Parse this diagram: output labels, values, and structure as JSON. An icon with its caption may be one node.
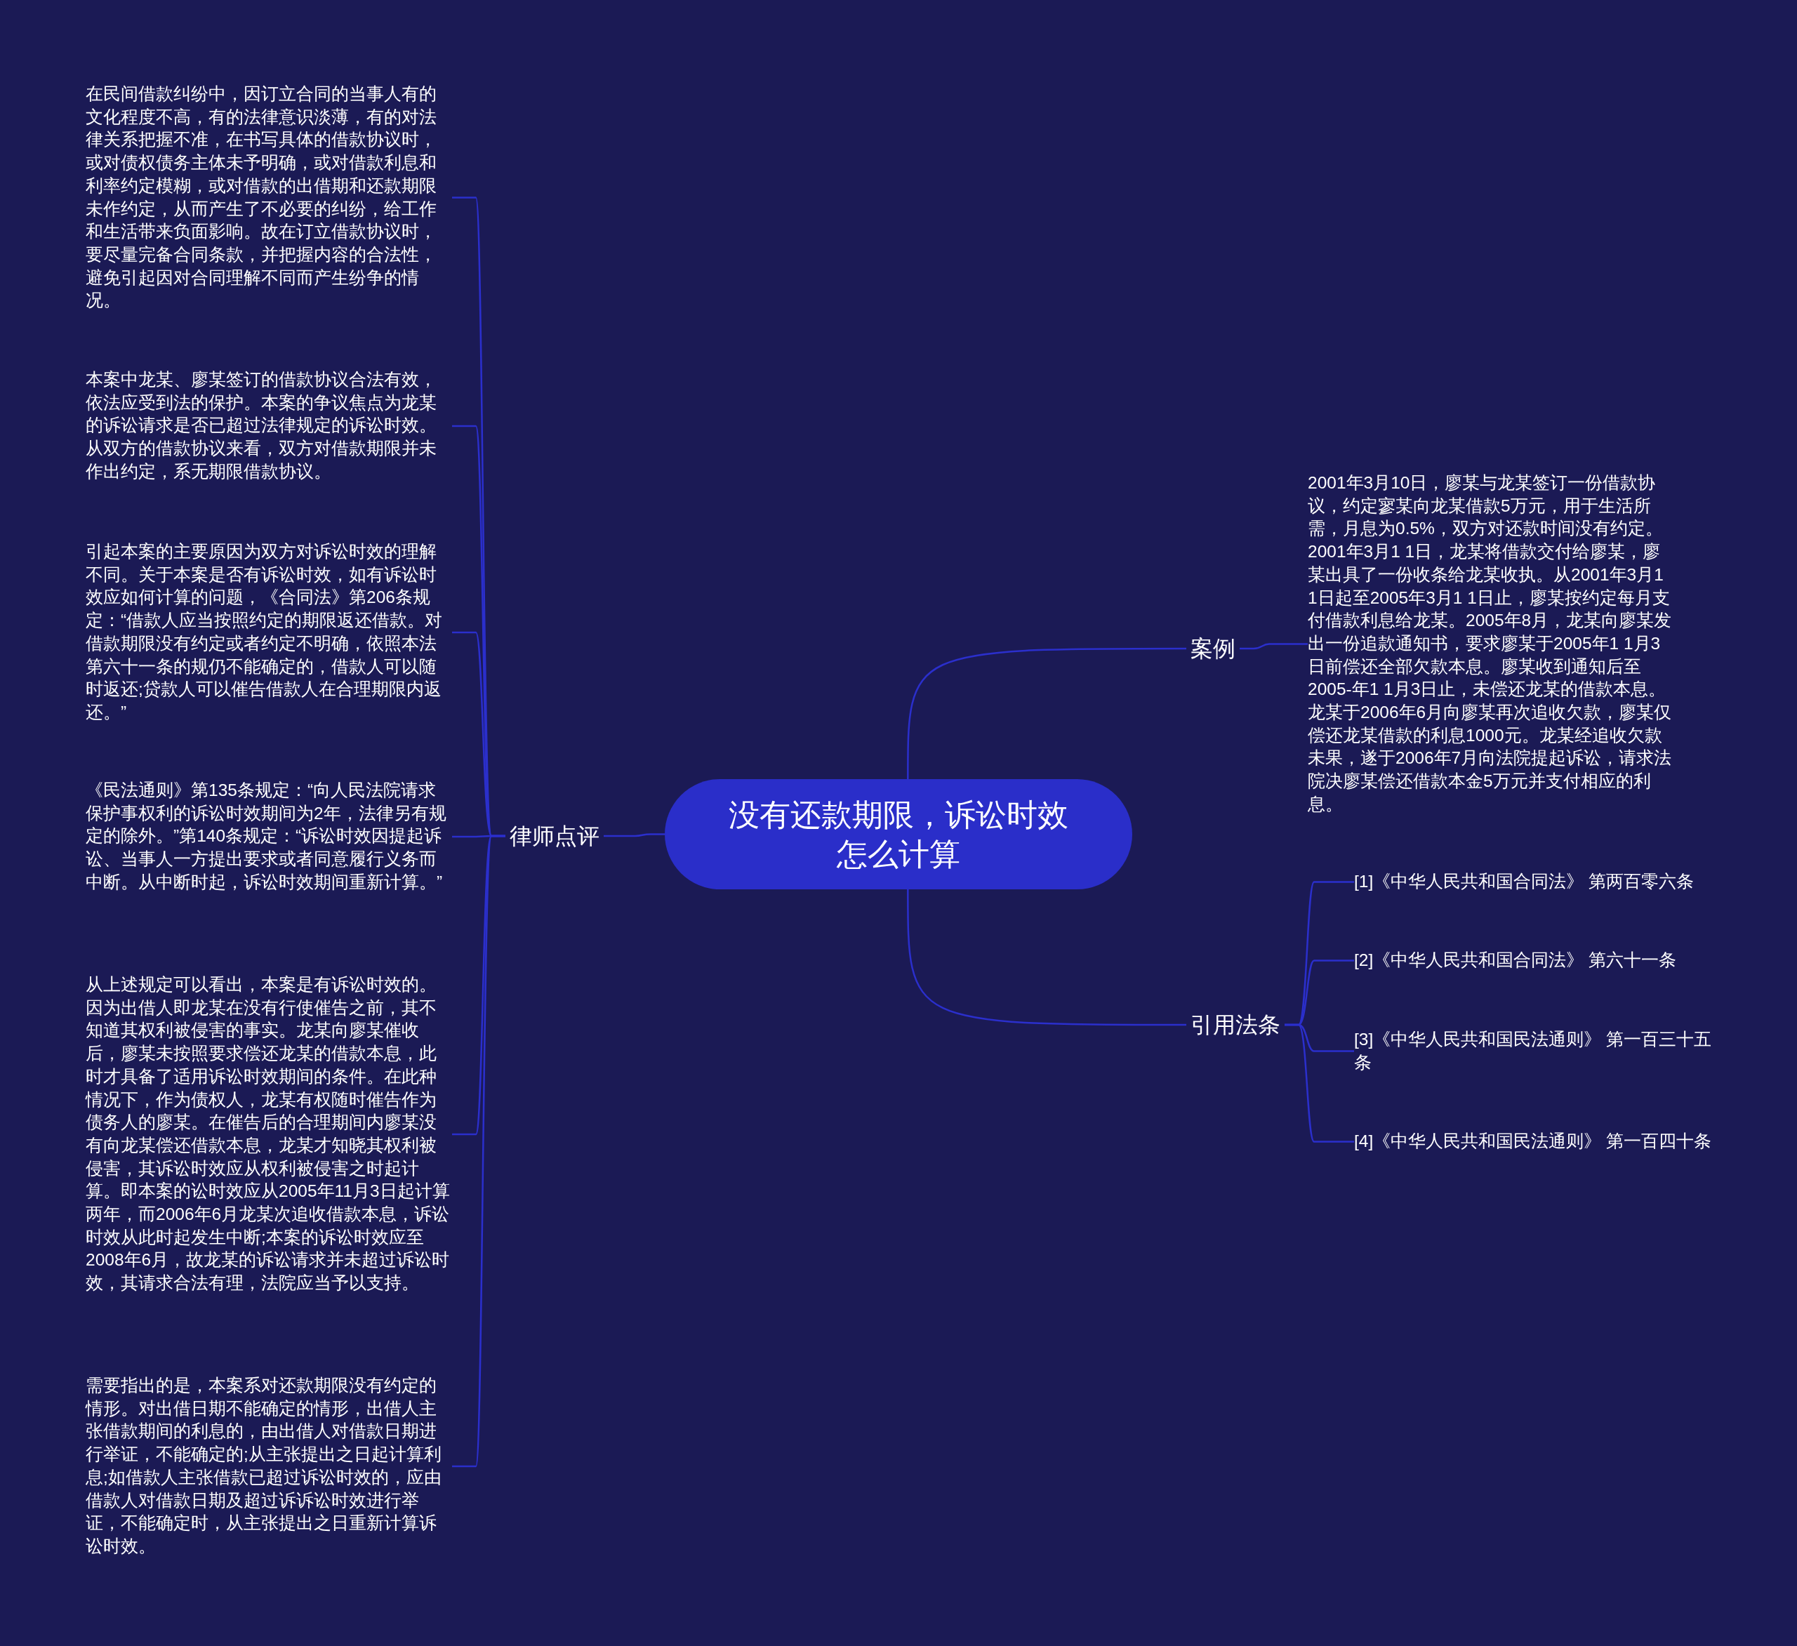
{
  "diagram": {
    "nodes": [
      {
        "text": [
          "没有还款期限，诉讼时效怎么计算"
        ]
      },
      {
        "text": [
          "案例"
        ]
      },
      {
        "text": [
          "2001年3月10日，廖某与龙某签订一份借款协议，约定寥某向龙某借款5万元，用于生活所需，月息为0.5%，双方对还款时间没有约定。2001年3月1 1日，龙某将借款交付给廖某，廖某出具了一份收条给龙某收执。从2001年3月1 1日起至2005年3月1 1日止，廖某按约定每月支付借款利息给龙某。2005年8月，龙某向廖某发出一份追款通知书，要求廖某于2005年1 1月3日前偿还全部欠款本息。廖某收到通知后至2005-年1 1月3日止，未偿还龙某的借款本息。龙某于2006年6月向廖某再次追收欠款，廖某仅偿还龙某借款的利息1000元。龙某经追收欠款未果，遂于2006年7月向法院提起诉讼，请求法院决廖某偿还借款本金5万元并支付相应的利息。"
        ]
      },
      {
        "text": [
          "引用法条"
        ]
      },
      {
        "text": [
          "[1]《中华人民共和国合同法》 第两百零六条"
        ]
      },
      {
        "text": [
          "[2]《中华人民共和国合同法》 第六十一条"
        ]
      },
      {
        "text": [
          "[3]《中华人民共和国民法通则》 第一百三十五条"
        ]
      },
      {
        "text": [
          "[4]《中华人民共和国民法通则》 第一百四十条"
        ]
      },
      {
        "text": [
          "律师点评"
        ]
      },
      {
        "text": [
          "在民间借款纠纷中，因订立合同的当事人有的文化程度不高，有的法律意识淡薄，有的对法律关系把握不准，在书写具体的借款协议时，或对债权债务主体未予明确，或对借款利息和利率约定模糊，或对借款的出借期和还款期限未作约定，从而产生了不必要的纠纷，给工作和生活带来负面影响。故在订立借款协议时，要尽量完备合同条款，并把握内容的合法性，避免引起因对合同理解不同而产生纷争的情况。"
        ]
      },
      {
        "text": [
          "本案中龙某、廖某签订的借款协议合法有效，依法应受到法的保护。本案的争议焦点为龙某的诉讼请求是否已超过法律规定的诉讼时效。从双方的借款协议来看，双方对借款期限并未作出约定，系无期限借款协议。"
        ]
      },
      {
        "text": [
          "引起本案的主要原因为双方对诉讼时效的理解不同。关于本案是否有诉讼时效，如有诉讼时效应如何计算的问题，《合同法》第206条规定：“借款人应当按照约定的期限返还借款。对借款期限没有约定或者约定不明确，依照本法第六十一条的规仍不能确定的，借款人可以随时返还;贷款人可以催告借款人在合理期限内返还。”"
        ]
      },
      {
        "text": [
          "《民法通则》第135条规定：“向人民法院请求保护事权利的诉讼时效期间为2年，法律另有规定的除外。”第140条规定：“诉讼时效因提起诉讼、当事人一方提出要求或者同意履行义务而中断。从中断时起，诉讼时效期间重新计算。”"
        ]
      },
      {
        "text": [
          "从上述规定可以看出，本案是有诉讼时效的。因为出借人即龙某在没有行使催告之前，其不知道其权利被侵害的事实。龙某向廖某催收后，廖某未按照要求偿还龙某的借款本息，此时才具备了适用诉讼时效期间的条件。在此种情况下，作为债权人，龙某有权随时催告作为债务人的廖某。在催告后的合理期间内廖某没有向龙某偿还借款本息，龙某才知晓其权利被侵害，其诉讼时效应从权利被侵害之时起计算。即本案的讼时效应从2005年11月3日起计算两年，而2006年6月龙某次追收借款本息，诉讼时效从此时起发生中断;本案的诉讼时效应至2008年6月，故龙某的诉讼请求并未超过诉讼时效，其请求合法有理，法院应当予以支持。"
        ]
      },
      {
        "text": [
          "需要指出的是，本案系对还款期限没有约定的情形。对出借日期不能确定的情形，出借人主张借款期间的利息的，由出借人对借款日期进行举证，不能确定的;从主张提出之日起计算利息;如借款人主张借款已超过诉讼时效的，应由借款人对借款日期及超过诉诉讼时效进行举证，不能确定时，从主张提出之日重新计算诉讼时效。"
        ]
      }
    ],
    "edges": [
      {
        "from": 0,
        "to": 1,
        "arrow": "none"
      },
      {
        "from": 1,
        "to": 2,
        "arrow": "none"
      },
      {
        "from": 0,
        "to": 3,
        "arrow": "none"
      },
      {
        "from": 3,
        "to": 4,
        "arrow": "none"
      },
      {
        "from": 3,
        "to": 5,
        "arrow": "none"
      },
      {
        "from": 3,
        "to": 6,
        "arrow": "none"
      },
      {
        "from": 3,
        "to": 7,
        "arrow": "none"
      },
      {
        "from": 0,
        "to": 8,
        "arrow": "none"
      },
      {
        "from": 8,
        "to": 9,
        "arrow": "none"
      },
      {
        "from": 8,
        "to": 10,
        "arrow": "none"
      },
      {
        "from": 8,
        "to": 11,
        "arrow": "none"
      },
      {
        "from": 8,
        "to": 12,
        "arrow": "none"
      },
      {
        "from": 8,
        "to": 13,
        "arrow": "none"
      },
      {
        "from": 8,
        "to": 14,
        "arrow": "none"
      }
    ]
  }
}
